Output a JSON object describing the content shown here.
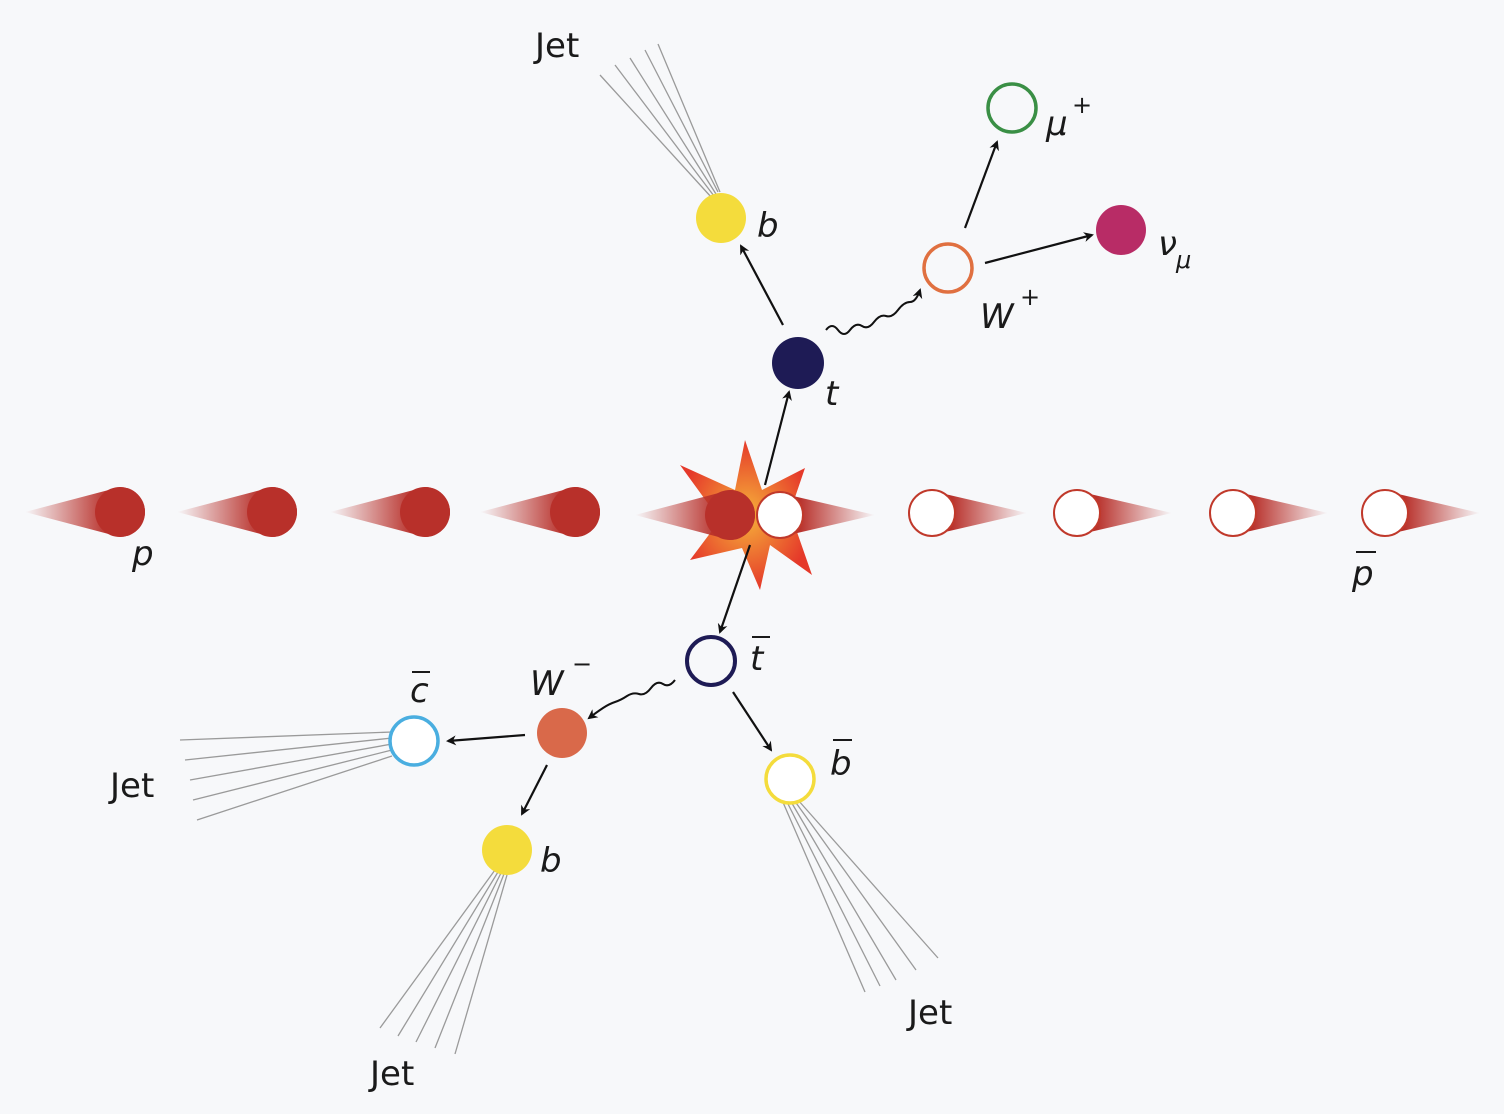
{
  "labels": {
    "proton": "p",
    "antiproton": "p",
    "top": "t",
    "antitop": "t",
    "b_top": "b",
    "b_bottom": "b",
    "bbar": "b",
    "cbar": "c",
    "w_plus": "W",
    "w_plus_sign": "+",
    "w_minus": "W",
    "w_minus_sign": "−",
    "muon": "μ",
    "muon_sign": "+",
    "neutrino": "ν",
    "neutrino_sub": "μ",
    "jet": "Jet"
  },
  "colors": {
    "background": "#f7f8fa",
    "proton": "#b8302a",
    "top": "#1e1b55",
    "b_quark": "#f4dc3c",
    "w_plus": "#e07040",
    "w_minus": "#d9694a",
    "muon": "#3a8f45",
    "neutrino": "#b82c66",
    "cbar": "#4aaee0",
    "collision": "#f08a2a"
  }
}
